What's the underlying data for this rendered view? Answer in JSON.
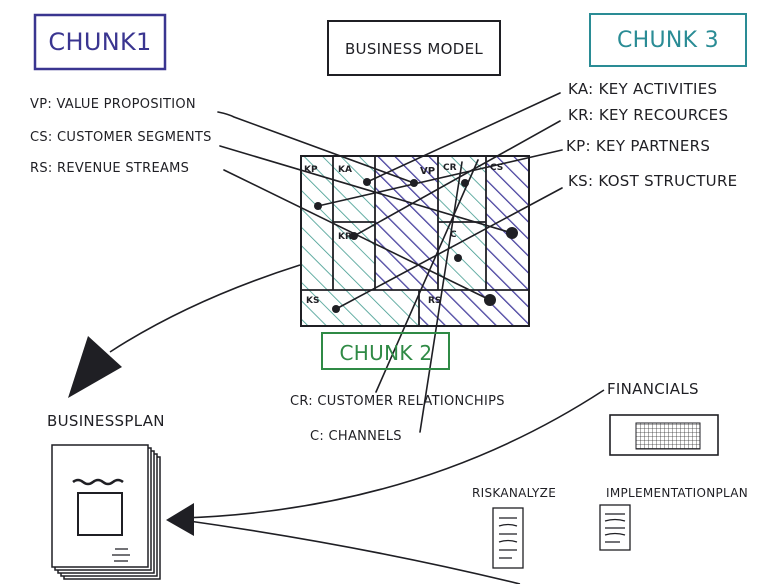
{
  "chunks": {
    "chunk1": "CHUNK1",
    "chunk2": "CHUNK 2",
    "chunk3": "CHUNK 3"
  },
  "model_title": "BUSINESS MODEL",
  "definitions": {
    "vp": "VP: VALUE PROPOSITION",
    "cs": "CS: CUSTOMER SEGMENTS",
    "rs": "RS: REVENUE STREAMS",
    "ka": "KA: KEY ACTIVITIES",
    "kr": "KR: KEY RECOURCES",
    "kp": "KP: KEY PARTNERS",
    "ks": "KS: KOST STRUCTURE",
    "cr": "CR: CUSTOMER RELATIONCHIPS",
    "c": "C: CHANNELS"
  },
  "canvas_tags": {
    "kp": "KP",
    "ka": "KA",
    "kr": "KR",
    "vp": "VP",
    "cr": "CR",
    "c": "C",
    "cs": "CS",
    "ks": "KS",
    "rs": "RS"
  },
  "documents": {
    "business_plan": "BUSINESSPLAN",
    "financials": "FINANCIALS",
    "risk": "RISKANALYZE",
    "implementation": "IMPLEMENTATIONPLAN"
  },
  "colors": {
    "ink": "#1f1f24",
    "chunk1": "#3a3590",
    "chunk2": "#2f8a45",
    "chunk3": "#2a8c95",
    "hatch_green": "#3f9a8e",
    "hatch_purple": "#4a43a0"
  }
}
